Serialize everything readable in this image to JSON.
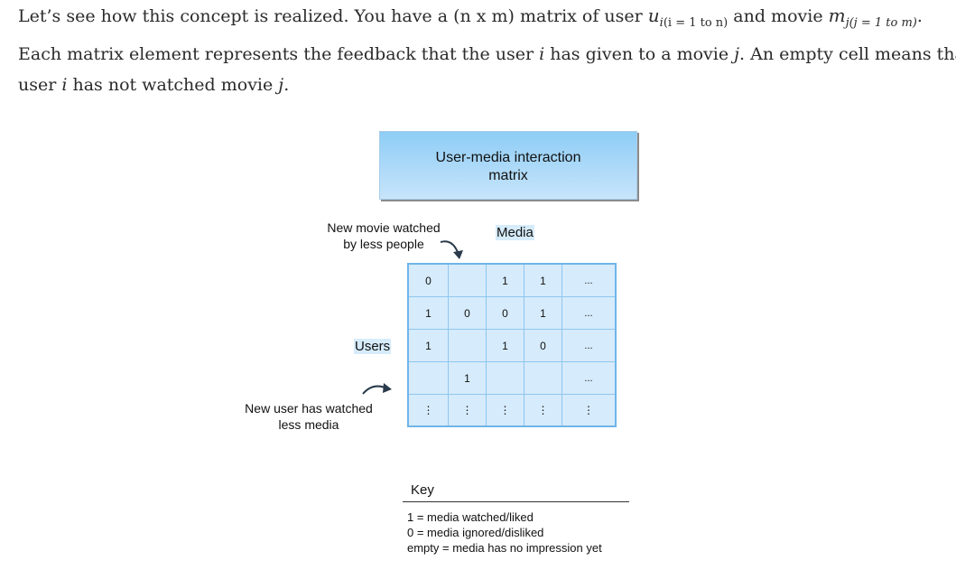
{
  "paragraph": {
    "line1_a": "Let’s see how this concept is realized. You have a (n x m) matrix of user ",
    "math_u_base": "u",
    "math_u_sub_i": "i",
    "math_u_sub_eq": "(i = 1 to n)",
    "line1_b": " and movie ",
    "math_m_base": "m",
    "math_m_sub": "j(j = 1 to m)",
    "line1_end": ".",
    "line2_a": "Each matrix element represents the feedback that the user ",
    "line2_i": "i",
    "line2_b": " has given to a movie ",
    "line2_j": "j",
    "line2_c": ". An empty cell means that",
    "line3_a": "user ",
    "line3_i": "i",
    "line3_b": " has not watched movie ",
    "line3_j": "j",
    "line3_c": "."
  },
  "diagram": {
    "title": "User-media interaction matrix",
    "media_label": "Media",
    "users_label": "Users",
    "new_movie_note_1": "New movie watched",
    "new_movie_note_2": "by less people",
    "new_user_note_1": "New user has watched",
    "new_user_note_2": "less media",
    "matrix": [
      [
        "0",
        "",
        "1",
        "1",
        "..."
      ],
      [
        "1",
        "0",
        "0",
        "1",
        "..."
      ],
      [
        "1",
        "",
        "1",
        "0",
        "..."
      ],
      [
        "",
        "1",
        "",
        "",
        "..."
      ],
      [
        "⋮",
        "⋮",
        "⋮",
        "⋮",
        "⋮"
      ]
    ],
    "key": {
      "title": "Key",
      "items": [
        "1 = media watched/liked",
        "0 = media ignored/disliked",
        "empty = media has no impression yet"
      ]
    },
    "colors": {
      "title_box_top": "#8ecdf6",
      "title_box_bottom": "#c7e4fa",
      "grid_fill": "#d6ebfb",
      "grid_border": "#6fb5ea",
      "label_highlight": "#d6ecfb"
    }
  }
}
